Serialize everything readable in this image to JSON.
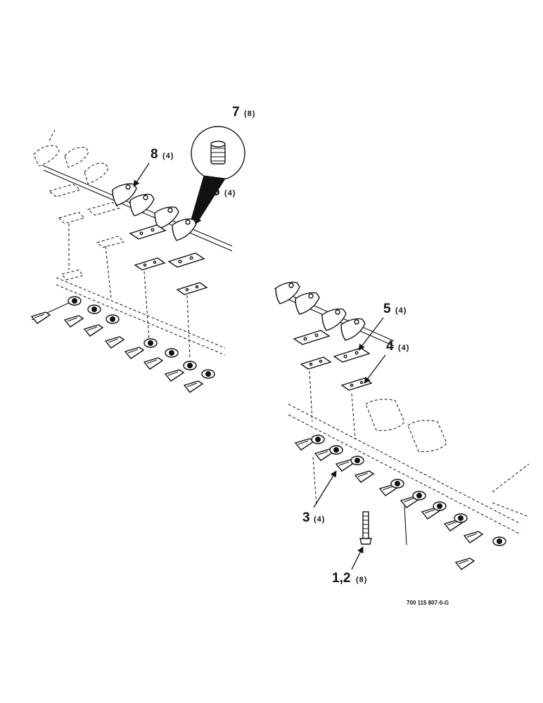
{
  "callouts": [
    {
      "id": "7",
      "label": "7",
      "qty": "(8)"
    },
    {
      "id": "8",
      "label": "8",
      "qty": "(4)"
    },
    {
      "id": "6",
      "label": "6",
      "qty": "(4)"
    },
    {
      "id": "5",
      "label": "5",
      "qty": "(4)"
    },
    {
      "id": "4",
      "label": "4",
      "qty": "(4)"
    },
    {
      "id": "3",
      "label": "3",
      "qty": "(4)"
    },
    {
      "id": "1-2",
      "label": "1,2",
      "qty": "(8)"
    }
  ],
  "document_id": "700 115 807-0-G",
  "colors": {
    "ink": "#111111",
    "paper": "#ffffff"
  }
}
